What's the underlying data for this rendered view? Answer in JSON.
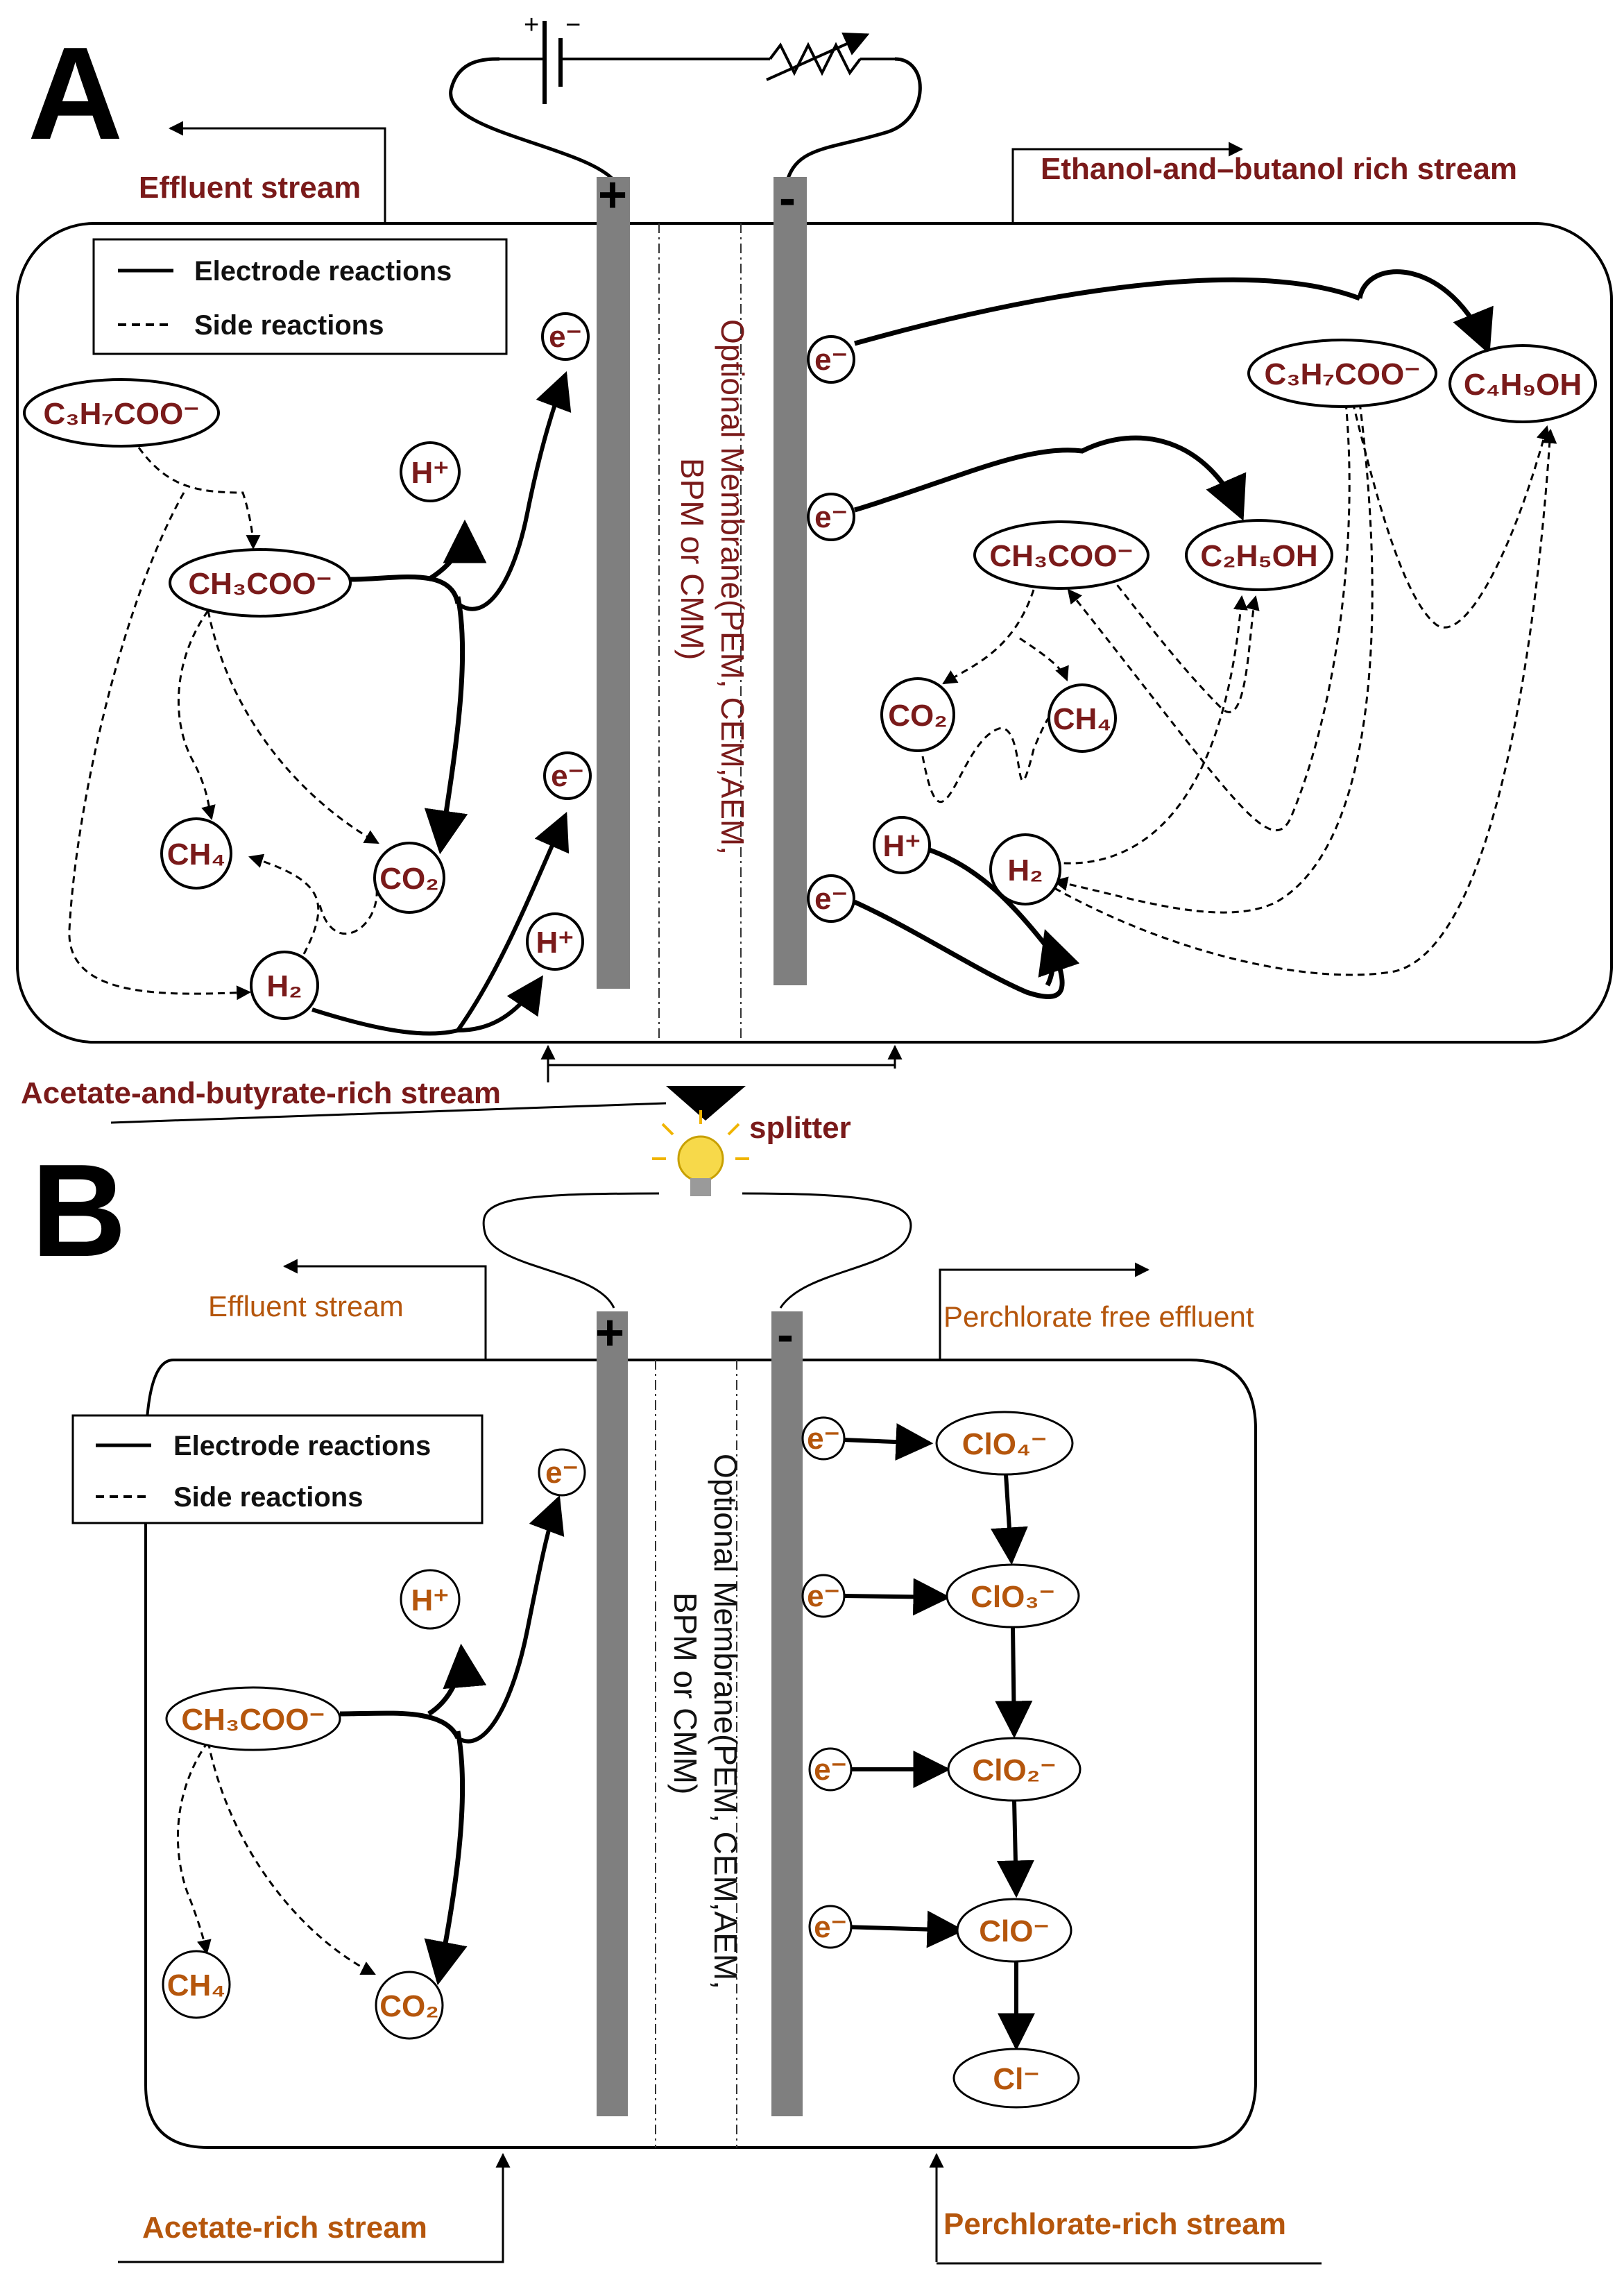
{
  "panel_a": {
    "letter": "A",
    "effluent_label": "Effluent stream",
    "product_stream_label": "Ethanol-and–butanol rich stream",
    "feed_stream_label": "Acetate-and-butyrate-rich stream",
    "splitter_label": "splitter",
    "membrane_line1": "Optional Membrane(PEM, CEM,AEM,",
    "membrane_line2": "BPM or CMM)",
    "legend": {
      "solid": "Electrode reactions",
      "dashed": "Side reactions"
    },
    "anode_sign": "+",
    "cathode_sign": "-",
    "anode_nodes": {
      "butyrate": "C₃H₇COO⁻",
      "acetate": "CH₃COO⁻",
      "h_top": "H⁺",
      "e_top": "e⁻",
      "ch4": "CH₄",
      "co2": "CO₂",
      "e_bottom": "e⁻",
      "h2": "H₂",
      "h_bottom": "H⁺"
    },
    "cathode_nodes": {
      "e1": "e⁻",
      "e2": "e⁻",
      "e3": "e⁻",
      "butyrate": "C₃H₇COO⁻",
      "butanol": "C₄H₉OH",
      "acetate": "CH₃COO⁻",
      "ethanol": "C₂H₅OH",
      "co2": "CO₂",
      "ch4": "CH₄",
      "h_plus": "H⁺",
      "h2": "H₂"
    },
    "colors": {
      "label": "#7a1a1a"
    }
  },
  "panel_b": {
    "letter": "B",
    "effluent_label": "Effluent stream",
    "product_stream_label": "Perchlorate free effluent",
    "acetate_stream_label": "Acetate-rich stream",
    "perchlorate_stream_label": "Perchlorate-rich stream",
    "membrane_line1": "Optional Membrane(PEM, CEM,AEM,",
    "membrane_line2": "BPM or CMM)",
    "legend": {
      "solid": "Electrode reactions",
      "dashed": "Side reactions"
    },
    "anode_sign": "+",
    "cathode_sign": "-",
    "anode_nodes": {
      "e_top": "e⁻",
      "h_plus": "H⁺",
      "acetate": "CH₃COO⁻",
      "ch4": "CH₄",
      "co2": "CO₂"
    },
    "cathode_chain": [
      {
        "electron": "e⁻",
        "species": "ClO₄⁻"
      },
      {
        "electron": "e⁻",
        "species": "ClO₃⁻"
      },
      {
        "electron": "e⁻",
        "species": "ClO₂⁻"
      },
      {
        "electron": "e⁻",
        "species": "ClO⁻"
      }
    ],
    "chloride": "Cl⁻",
    "colors": {
      "label": "#b5560c"
    }
  }
}
